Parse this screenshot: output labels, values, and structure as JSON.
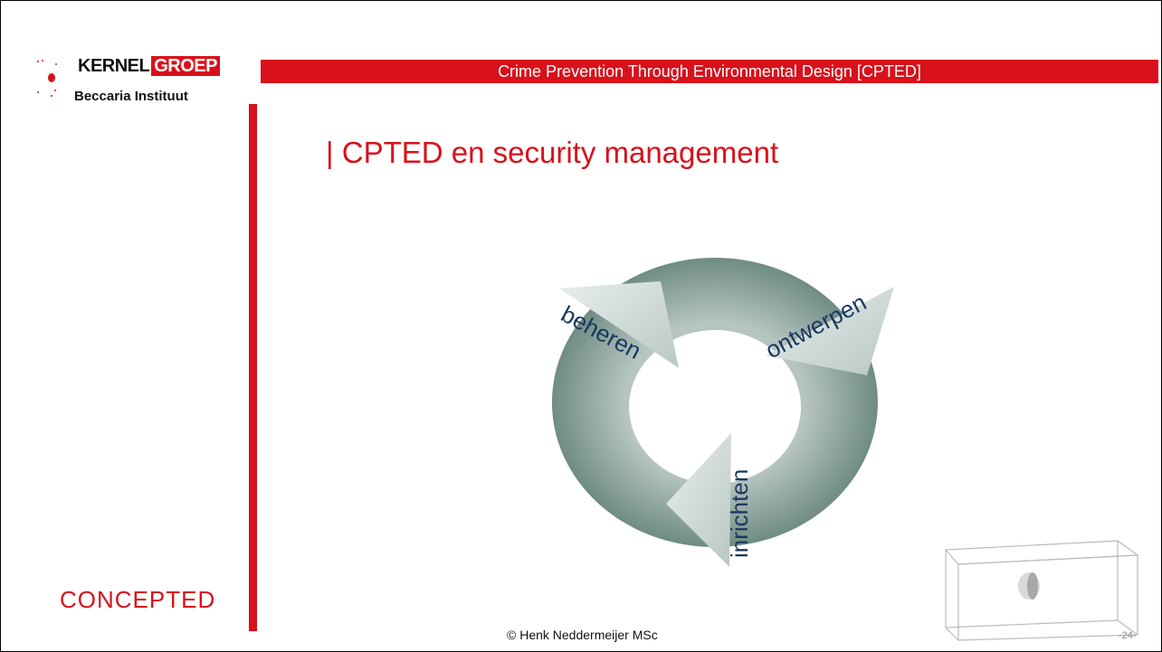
{
  "logo": {
    "kernel": "KERNEL",
    "groep": "GROEP",
    "subtitle": "Beccaria Instituut"
  },
  "header": {
    "title": "Crime Prevention Through Environmental Design [CPTED]"
  },
  "slide": {
    "heading": "| CPTED en security management",
    "cycle": {
      "labels": [
        "beheren",
        "ontwerpen",
        "inrichten"
      ]
    }
  },
  "brand_bottom": "CONCEPTED",
  "footer": {
    "copyright": "© Henk Neddermeijer MSc",
    "page_number": "-24-"
  },
  "colors": {
    "accent": "#d8111b",
    "label_text": "#17375e",
    "arrow_dark": "#6f8c84",
    "arrow_light": "#dbe3e0"
  }
}
